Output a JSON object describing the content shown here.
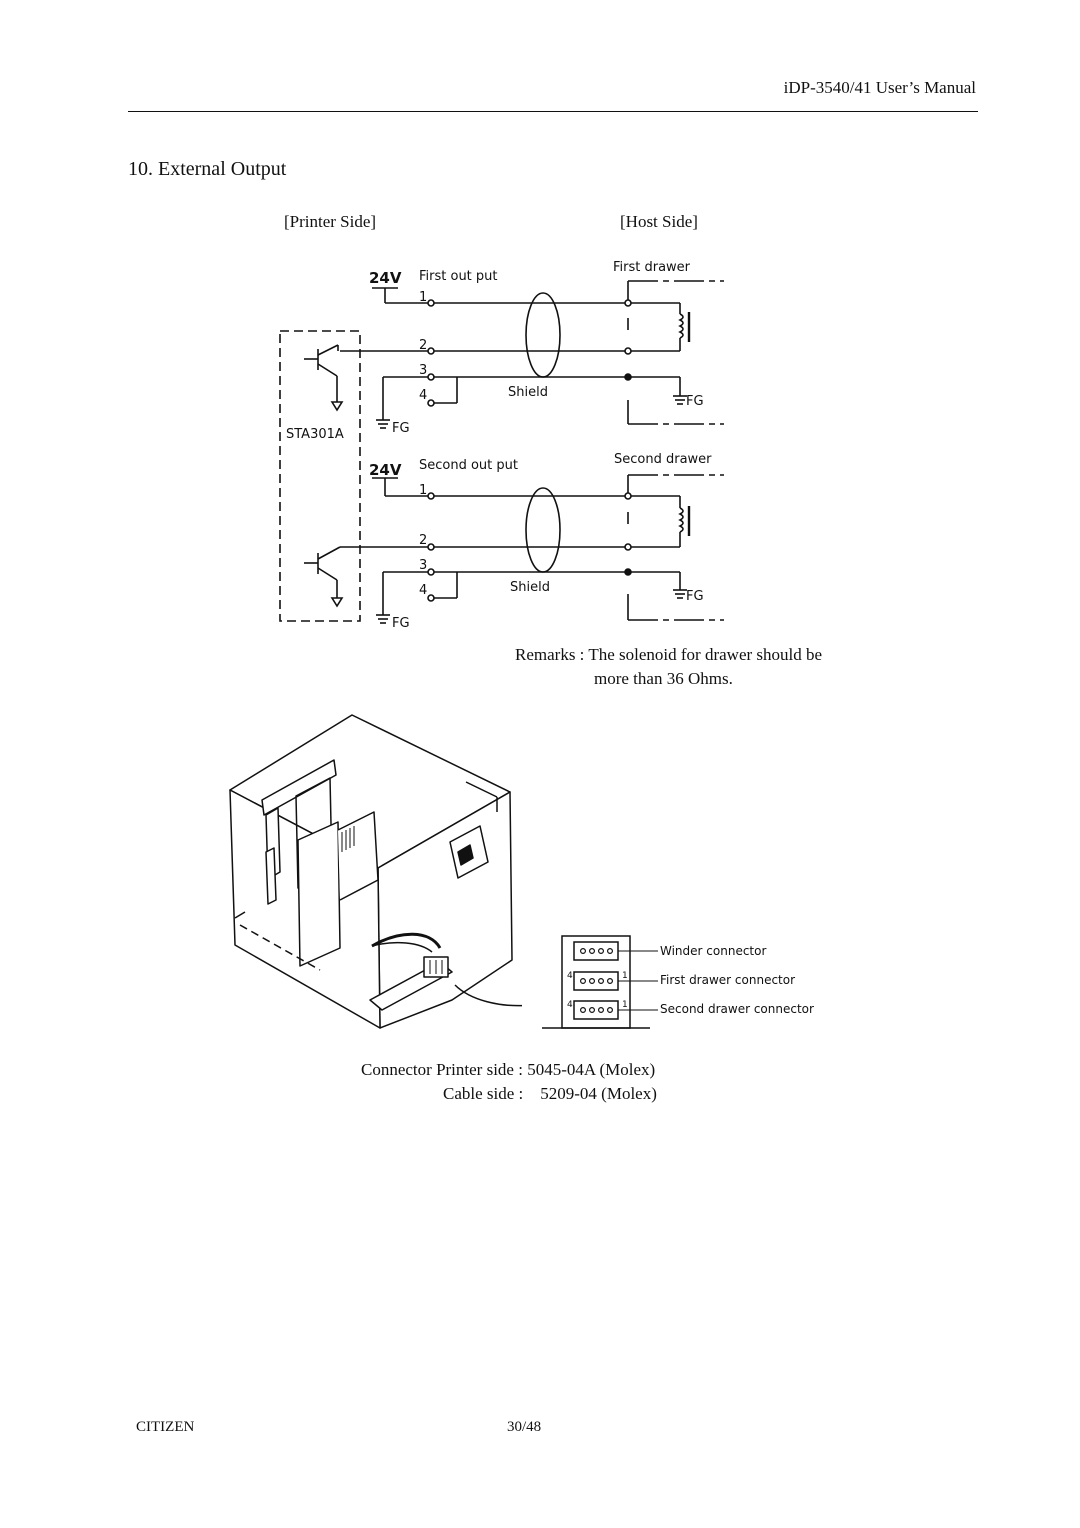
{
  "header": {
    "title": "iDP-3540/41 User’s Manual"
  },
  "section": {
    "title": "10. External Output"
  },
  "diagram": {
    "printer_side": "[Printer Side]",
    "host_side": "[Host Side]",
    "v24": "24V",
    "first_output": "First out put",
    "second_output": "Second out put",
    "first_drawer": "First drawer",
    "second_drawer": "Second drawer",
    "shield": "Shield",
    "fg": "FG",
    "chip": "STA301A",
    "pins": [
      "1",
      "2",
      "3",
      "4"
    ]
  },
  "remarks": {
    "line1": "Remarks : The solenoid for drawer should be",
    "line2": "more than 36 Ohms."
  },
  "connectors": {
    "winder": "Winder connector",
    "first": "First drawer connector",
    "second": "Second drawer connector",
    "pin_first": "4",
    "pin_last": "1"
  },
  "connector_spec": {
    "printer": "Connector Printer side : 5045-04A (Molex)",
    "cable": "Cable side :    5209-04 (Molex)"
  },
  "footer": {
    "brand": "CITIZEN",
    "page": "30/48"
  }
}
